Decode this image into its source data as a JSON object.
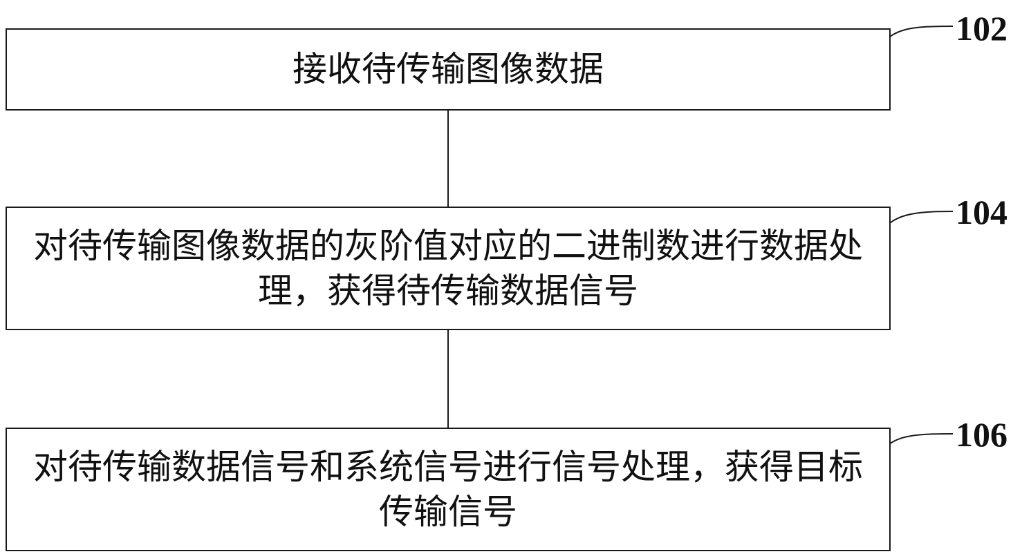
{
  "steps": [
    {
      "id": "102",
      "text": "接收待传输图像数据"
    },
    {
      "id": "104",
      "text": "对待传输图像数据的灰阶值对应的二进制数进行数据处理，获得待传输数据信号"
    },
    {
      "id": "106",
      "text": "对待传输数据信号和系统信号进行信号处理，获得目标传输信号"
    }
  ],
  "colors": {
    "stroke": "#1a1a1a",
    "text": "#111111",
    "background": "#ffffff"
  }
}
